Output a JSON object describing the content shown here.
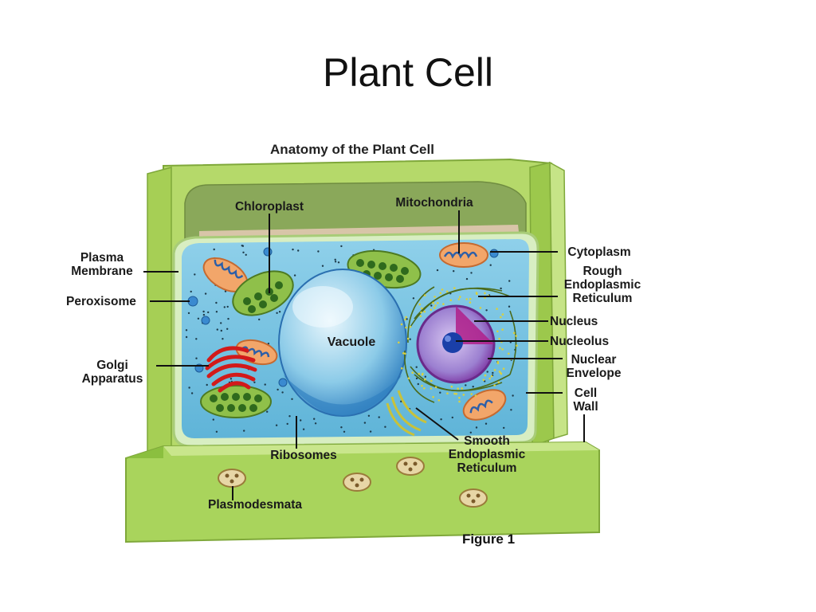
{
  "slide": {
    "title": "Plant Cell"
  },
  "figure": {
    "title": "Anatomy of the Plant Cell",
    "caption": "Figure 1",
    "labels": {
      "chloroplast": "Chloroplast",
      "mitochondria": "Mitochondria",
      "cytoplasm": "Cytoplasm",
      "rough_er_1": "Rough",
      "rough_er_2": "Endoplasmic",
      "rough_er_3": "Reticulum",
      "nucleus": "Nucleus",
      "nucleolus": "Nucleolus",
      "nuclear_envelope_1": "Nuclear",
      "nuclear_envelope_2": "Envelope",
      "cell_wall_1": "Cell",
      "cell_wall_2": "Wall",
      "plasma_membrane_1": "Plasma",
      "plasma_membrane_2": "Membrane",
      "peroxisome": "Peroxisome",
      "golgi_1": "Golgi",
      "golgi_2": "Apparatus",
      "vacuole": "Vacuole",
      "ribosomes": "Ribosomes",
      "smooth_er_1": "Smooth",
      "smooth_er_2": "Endoplasmic",
      "smooth_er_3": "Reticulum",
      "plasmodesmata": "Plasmodesmata"
    }
  }
}
